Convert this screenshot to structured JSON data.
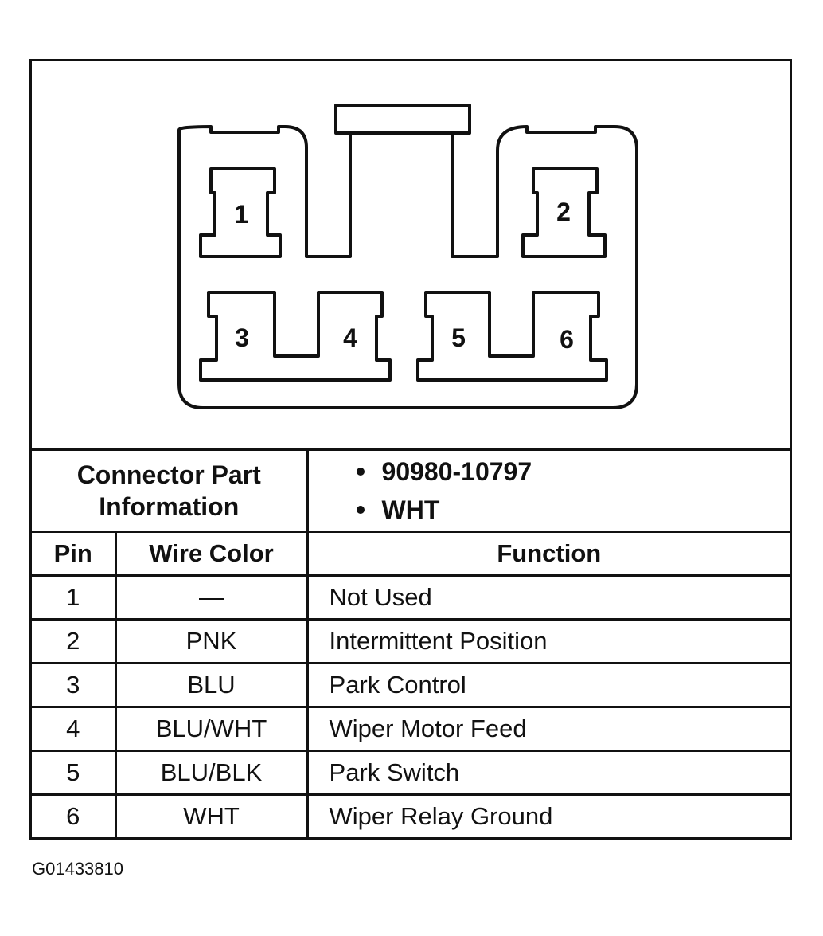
{
  "connector": {
    "pins": [
      {
        "number": "1"
      },
      {
        "number": "2"
      },
      {
        "number": "3"
      },
      {
        "number": "4"
      },
      {
        "number": "5"
      },
      {
        "number": "6"
      }
    ]
  },
  "part_info": {
    "label_line1": "Connector Part",
    "label_line2": "Information",
    "values": [
      "90980-10797",
      "WHT"
    ]
  },
  "pinout": {
    "headers": {
      "pin": "Pin",
      "wire_color": "Wire Color",
      "function": "Function"
    },
    "rows": [
      {
        "pin": "1",
        "wire_color": "—",
        "function": "Not Used"
      },
      {
        "pin": "2",
        "wire_color": "PNK",
        "function": "Intermittent Position"
      },
      {
        "pin": "3",
        "wire_color": "BLU",
        "function": "Park Control"
      },
      {
        "pin": "4",
        "wire_color": "BLU/WHT",
        "function": "Wiper Motor Feed"
      },
      {
        "pin": "5",
        "wire_color": "BLU/BLK",
        "function": "Park Switch"
      },
      {
        "pin": "6",
        "wire_color": "WHT",
        "function": "Wiper Relay Ground"
      }
    ]
  },
  "figure_id": "G01433810"
}
